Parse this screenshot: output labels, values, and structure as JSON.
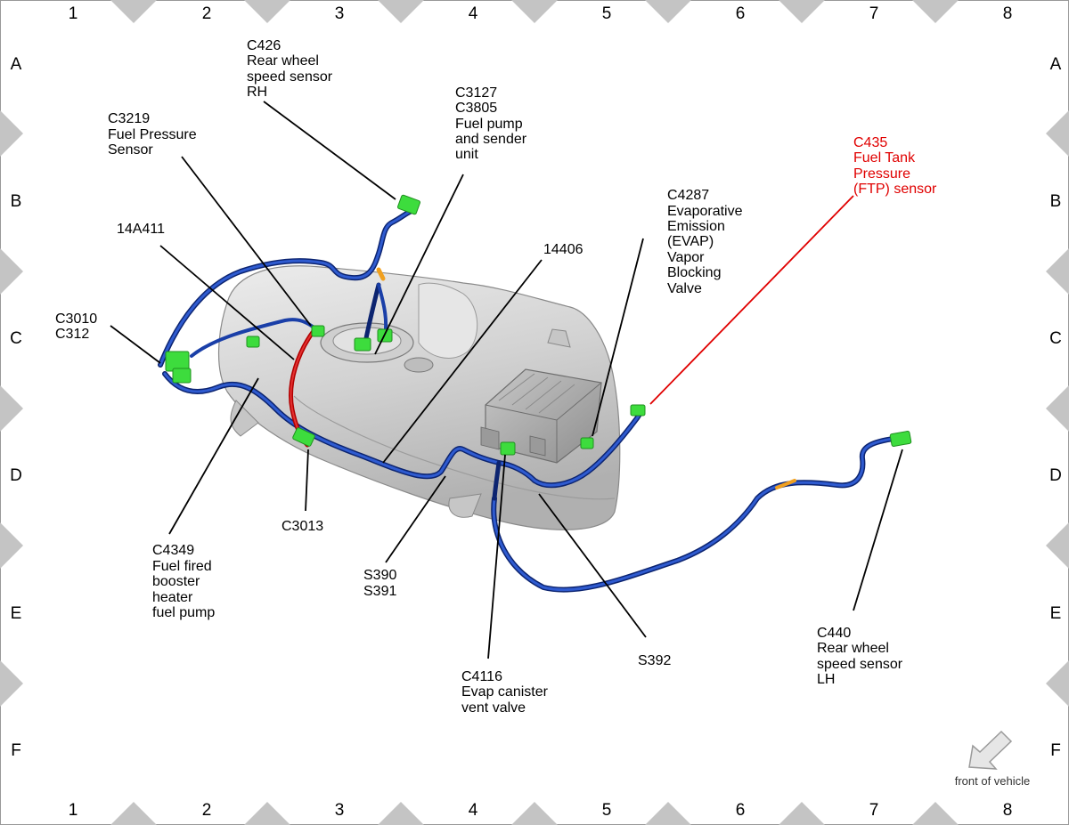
{
  "grid": {
    "columns": [
      "1",
      "2",
      "3",
      "4",
      "5",
      "6",
      "7",
      "8"
    ],
    "rows": [
      "A",
      "B",
      "C",
      "D",
      "E",
      "F"
    ]
  },
  "labels": {
    "c426": [
      "C426",
      "Rear wheel",
      "speed sensor",
      "RH"
    ],
    "c3219": [
      "C3219",
      "Fuel Pressure",
      "Sensor"
    ],
    "c3127": [
      "C3127",
      "C3805",
      "Fuel pump",
      "and sender",
      "unit"
    ],
    "c435": [
      "C435",
      "Fuel Tank",
      "Pressure",
      "(FTP) sensor"
    ],
    "l14a411": [
      "14A411"
    ],
    "l14406": [
      "14406"
    ],
    "c4287": [
      "C4287",
      "Evaporative",
      "Emission",
      "(EVAP)",
      "Vapor",
      "Blocking",
      "Valve"
    ],
    "c3010": [
      "C3010",
      "C312"
    ],
    "c3013": [
      "C3013"
    ],
    "c4349": [
      "C4349",
      "Fuel fired",
      "booster",
      "heater",
      "fuel pump"
    ],
    "s390": [
      "S390",
      "S391"
    ],
    "c4116": [
      "C4116",
      "Evap canister",
      "vent valve"
    ],
    "s392": [
      "S392"
    ],
    "c440": [
      "C440",
      "Rear wheel",
      "speed sensor",
      "LH"
    ]
  },
  "footer": {
    "front_label": "front of vehicle"
  },
  "colors": {
    "harness": "#1a3fa8",
    "harness_dark": "#0c2470",
    "highlight_line": "#e00000",
    "connector": "#3ddc3d",
    "tank": "#d8d8d8",
    "tank_shade": "#b4b4b4",
    "border_triangle": "#c4c4c4"
  }
}
